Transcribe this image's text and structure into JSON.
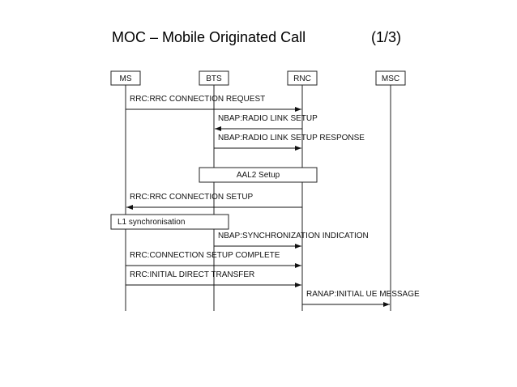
{
  "header": {
    "title": "MOC – Mobile Originated Call",
    "page": "(1/3)"
  },
  "entities": [
    {
      "id": "MS",
      "label": "MS"
    },
    {
      "id": "BTS",
      "label": "BTS"
    },
    {
      "id": "RNC",
      "label": "RNC"
    },
    {
      "id": "MSC",
      "label": "MSC"
    }
  ],
  "messages": [
    {
      "kind": "arrow",
      "from": "MS",
      "to": "RNC",
      "label": "RRC:RRC CONNECTION REQUEST"
    },
    {
      "kind": "arrow",
      "from": "RNC",
      "to": "BTS",
      "label": "NBAP:RADIO LINK SETUP"
    },
    {
      "kind": "arrow",
      "from": "BTS",
      "to": "RNC",
      "label": "NBAP:RADIO LINK SETUP RESPONSE"
    },
    {
      "kind": "box",
      "from": "BTS",
      "to": "RNC",
      "label": "AAL2 Setup"
    },
    {
      "kind": "arrow",
      "from": "RNC",
      "to": "MS",
      "label": "RRC:RRC CONNECTION SETUP"
    },
    {
      "kind": "box",
      "from": "MS",
      "to": "BTS",
      "label": "L1 synchronisation"
    },
    {
      "kind": "arrow",
      "from": "BTS",
      "to": "RNC",
      "label": "NBAP:SYNCHRONIZATION INDICATION"
    },
    {
      "kind": "arrow",
      "from": "MS",
      "to": "RNC",
      "label": "RRC:CONNECTION SETUP COMPLETE"
    },
    {
      "kind": "arrow",
      "from": "MS",
      "to": "RNC",
      "label": "RRC:INITIAL DIRECT TRANSFER"
    },
    {
      "kind": "arrow",
      "from": "RNC",
      "to": "MSC",
      "label": "RANAP:INITIAL UE MESSAGE"
    }
  ]
}
